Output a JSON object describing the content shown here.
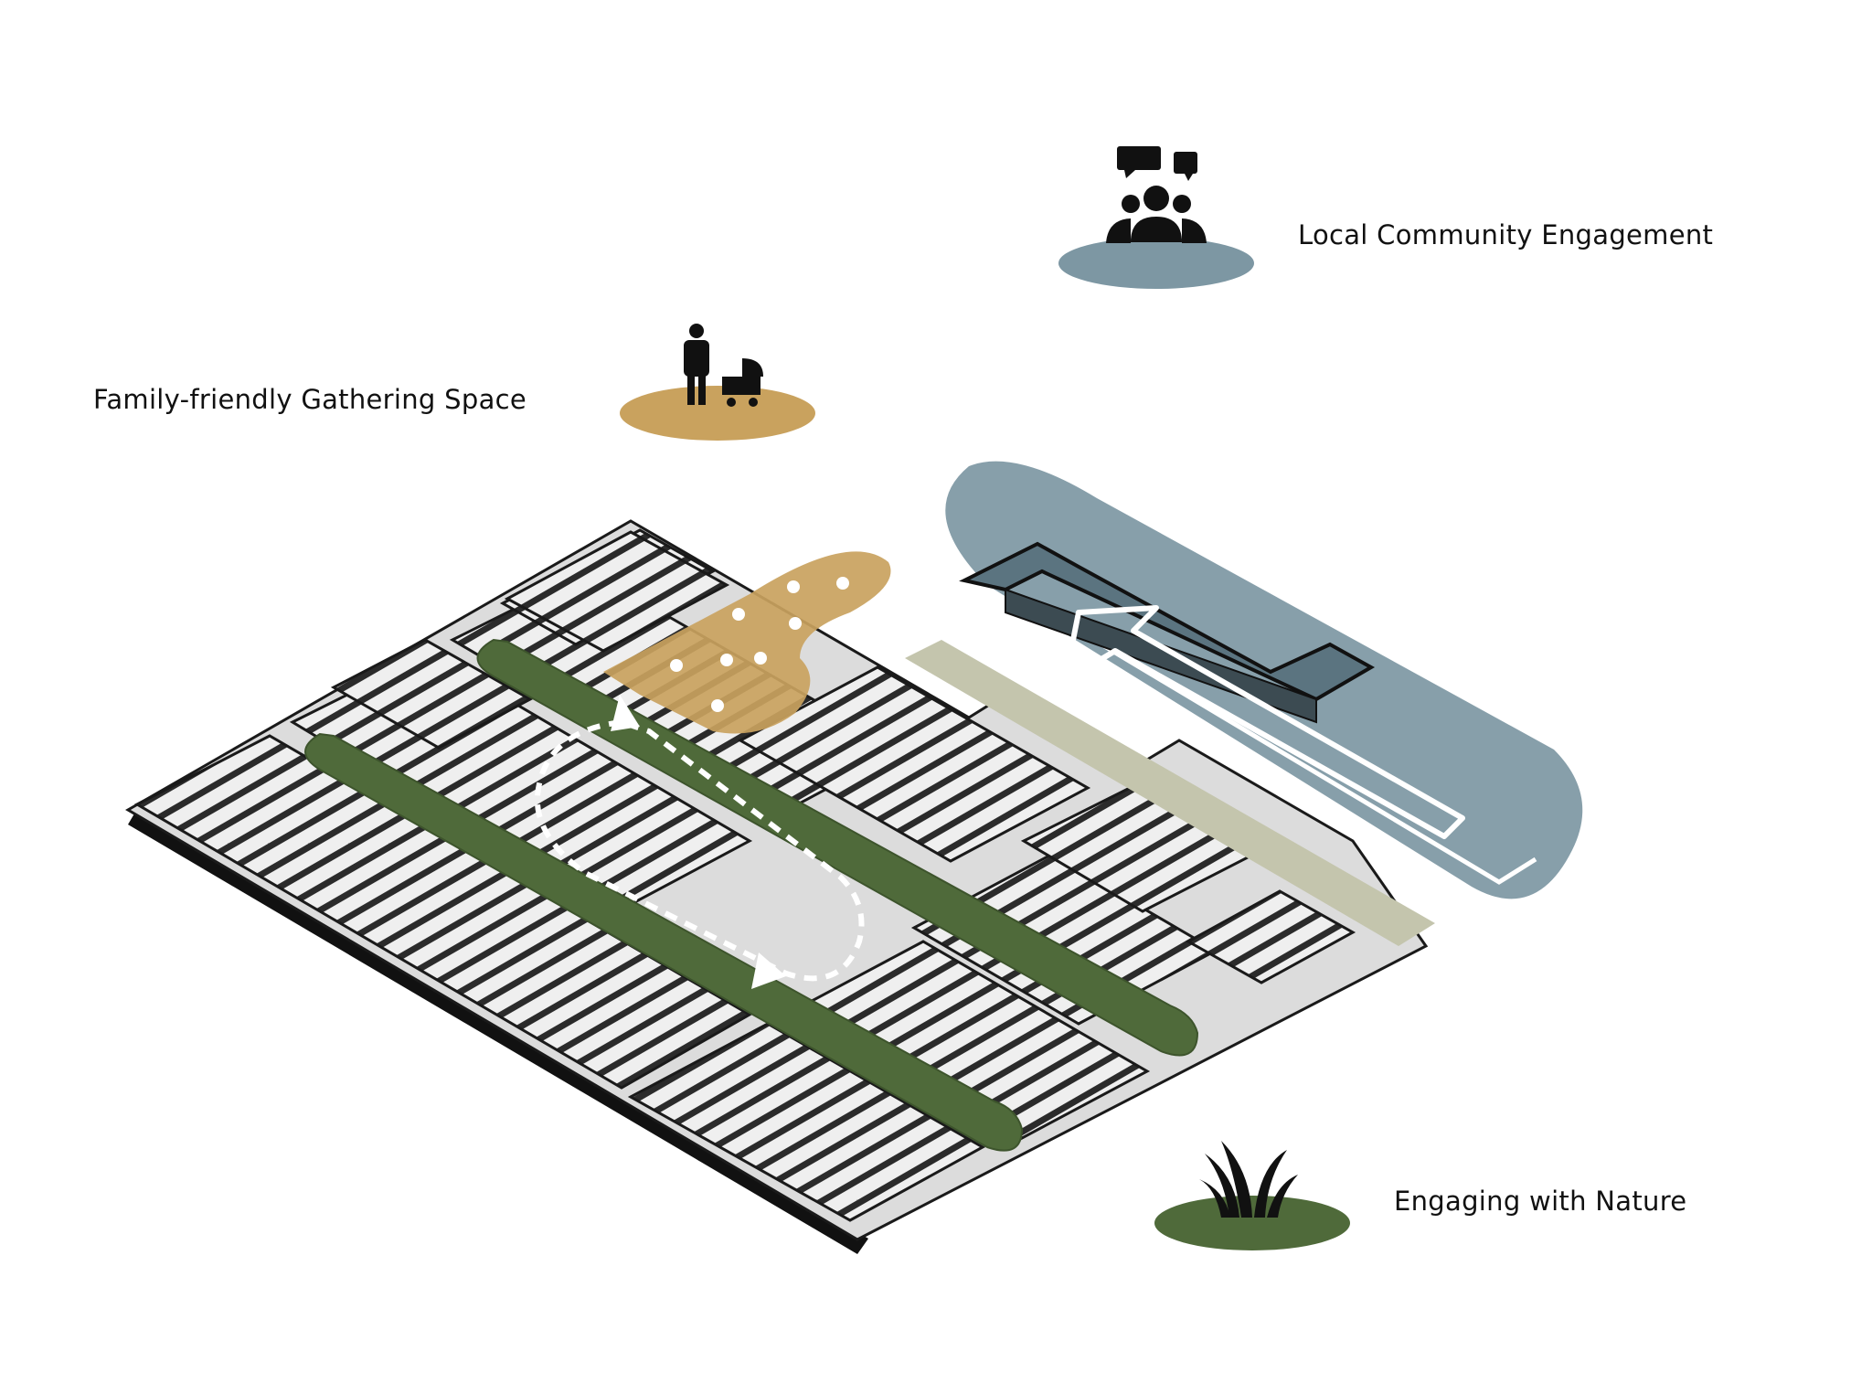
{
  "legend": {
    "family": {
      "label": "Family-friendly Gathering Space",
      "color": "#c9a25e",
      "icon": "parent-with-stroller-icon"
    },
    "community": {
      "label": "Local Community Engagement",
      "color": "#7d97a3",
      "icon": "community-group-chat-icon"
    },
    "nature": {
      "label": "Engaging with Nature",
      "color": "#4f6a3a",
      "icon": "grass-icon"
    }
  },
  "colors": {
    "roof": "#d8d8d8",
    "bed": "#eeeeee",
    "divider": "#2a2a2a",
    "frame": "#111111",
    "path": "#c4c5ad"
  }
}
